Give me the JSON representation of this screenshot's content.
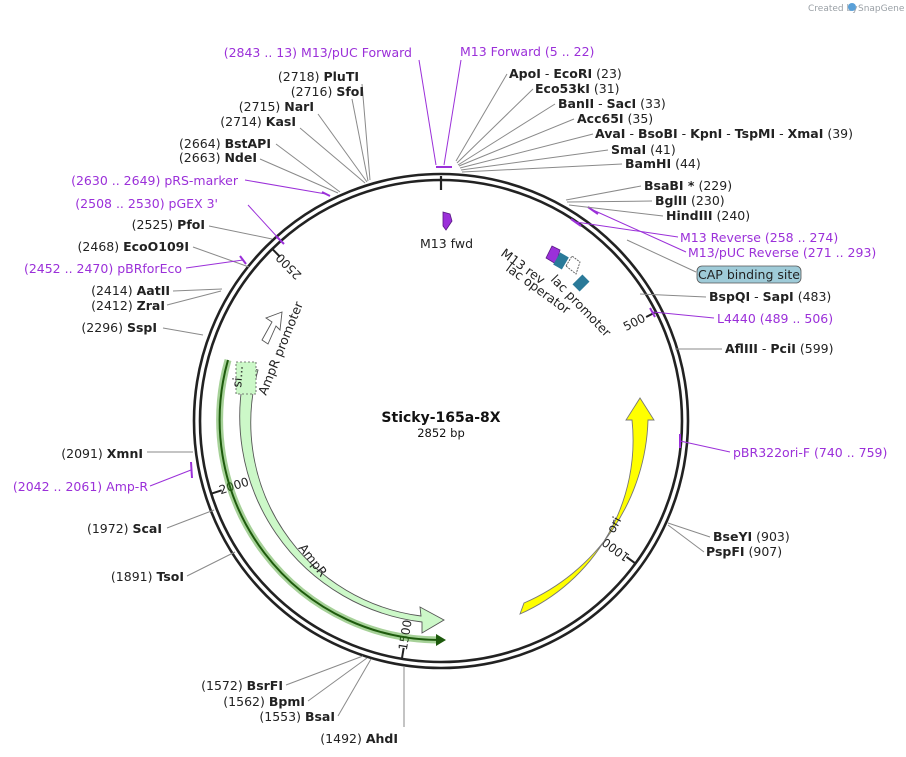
{
  "credit": {
    "prefix": "Created by",
    "brand": "SnapGene"
  },
  "plasmid": {
    "name": "Sticky-165a-8X",
    "size": "2852 bp"
  },
  "ticks": [
    {
      "pos": 500,
      "label": "500"
    },
    {
      "pos": 1000,
      "label": "1000"
    },
    {
      "pos": 1500,
      "label": "1500"
    },
    {
      "pos": 2000,
      "label": "2000"
    },
    {
      "pos": 2500,
      "label": "2500"
    }
  ],
  "features": {
    "ampr": {
      "label": "AmpR",
      "color": "#ccf8c8"
    },
    "ampr_promoter": {
      "label": "AmpR promoter"
    },
    "ampr_signal": {
      "label": "si..."
    },
    "ori": {
      "label": "ori",
      "color": "#ffff00"
    },
    "m13fwd": {
      "label": "M13 fwd",
      "color": "#9b30d9"
    },
    "m13rev": {
      "label": "M13 rev"
    },
    "lac_operator": {
      "label": "lac operator"
    },
    "lac_promoter": {
      "label": "lac promoter"
    },
    "cap": {
      "label": "CAP binding site",
      "color": "#9fcbd8"
    }
  },
  "enzymes_right": [
    {
      "id": "apoi",
      "parts": [
        "ApoI",
        "EcoRI"
      ],
      "pos": "(23)"
    },
    {
      "id": "eco53ki",
      "parts": [
        "Eco53kI"
      ],
      "pos": "(31)"
    },
    {
      "id": "banii",
      "parts": [
        "BanII",
        "SacI"
      ],
      "pos": "(33)"
    },
    {
      "id": "acc65i",
      "parts": [
        "Acc65I"
      ],
      "pos": "(35)"
    },
    {
      "id": "avai",
      "parts": [
        "AvaI",
        "BsoBI",
        "KpnI",
        "TspMI",
        "XmaI"
      ],
      "pos": "(39)"
    },
    {
      "id": "smai",
      "parts": [
        "SmaI"
      ],
      "pos": "(41)"
    },
    {
      "id": "bamhi",
      "parts": [
        "BamHI"
      ],
      "pos": "(44)"
    },
    {
      "id": "bsabi",
      "parts": [
        "BsaBI *"
      ],
      "pos": "(229)"
    },
    {
      "id": "bglii",
      "parts": [
        "BglII"
      ],
      "pos": "(230)"
    },
    {
      "id": "hindiii",
      "parts": [
        "HindIII"
      ],
      "pos": "(240)"
    },
    {
      "id": "bspqi",
      "parts": [
        "BspQI",
        "SapI"
      ],
      "pos": "(483)"
    },
    {
      "id": "afliii",
      "parts": [
        "AflIII",
        "PciI"
      ],
      "pos": "(599)"
    },
    {
      "id": "bseyi",
      "parts": [
        "BseYI"
      ],
      "pos": "(903)"
    },
    {
      "id": "pspfi",
      "parts": [
        "PspFI"
      ],
      "pos": "(907)"
    }
  ],
  "enzymes_left": [
    {
      "id": "pluti",
      "name": "PluTI",
      "pos": "(2718)"
    },
    {
      "id": "sfoi",
      "name": "SfoI",
      "pos": "(2716)"
    },
    {
      "id": "nari",
      "name": "NarI",
      "pos": "(2715)"
    },
    {
      "id": "kasi",
      "name": "KasI",
      "pos": "(2714)"
    },
    {
      "id": "bstapi",
      "name": "BstAPI",
      "pos": "(2664)"
    },
    {
      "id": "ndei",
      "name": "NdeI",
      "pos": "(2663)"
    },
    {
      "id": "pfoi",
      "name": "PfoI",
      "pos": "(2525)"
    },
    {
      "id": "eco0109i",
      "name": "EcoO109I",
      "pos": "(2468)"
    },
    {
      "id": "aatii",
      "name": "AatII",
      "pos": "(2414)"
    },
    {
      "id": "zrai",
      "name": "ZraI",
      "pos": "(2412)"
    },
    {
      "id": "sspi",
      "name": "SspI",
      "pos": "(2296)"
    },
    {
      "id": "xmni",
      "name": "XmnI",
      "pos": "(2091)"
    },
    {
      "id": "scai",
      "name": "ScaI",
      "pos": "(1972)"
    },
    {
      "id": "tsoi",
      "name": "TsoI",
      "pos": "(1891)"
    },
    {
      "id": "bsrfi",
      "name": "BsrFI",
      "pos": "(1572)"
    },
    {
      "id": "bpmi",
      "name": "BpmI",
      "pos": "(1562)"
    },
    {
      "id": "bsai",
      "name": "BsaI",
      "pos": "(1553)"
    },
    {
      "id": "ahdi",
      "name": "AhdI",
      "pos": "(1492)"
    }
  ],
  "primers": [
    {
      "id": "m13puc-forward",
      "name": "M13/pUC Forward",
      "range": "(2843 .. 13)"
    },
    {
      "id": "m13-forward",
      "name": "M13 Forward",
      "range": "(5 .. 22)"
    },
    {
      "id": "prs-marker",
      "name": "pRS-marker",
      "range": "(2630 .. 2649)"
    },
    {
      "id": "pgex3",
      "name": "pGEX 3'",
      "range": "(2508 .. 2530)"
    },
    {
      "id": "pbrforeco",
      "name": "pBRforEco",
      "range": "(2452 .. 2470)"
    },
    {
      "id": "amp-r",
      "name": "Amp-R",
      "range": "(2042 .. 2061)"
    },
    {
      "id": "m13-reverse",
      "name": "M13 Reverse",
      "range": "(258 .. 274)"
    },
    {
      "id": "m13puc-reverse",
      "name": "M13/pUC Reverse",
      "range": "(271 .. 293)"
    },
    {
      "id": "l4440",
      "name": "L4440",
      "range": "(489 .. 506)"
    },
    {
      "id": "pbr322ori-f",
      "name": "pBR322ori-F",
      "range": "(740 .. 759)"
    }
  ]
}
